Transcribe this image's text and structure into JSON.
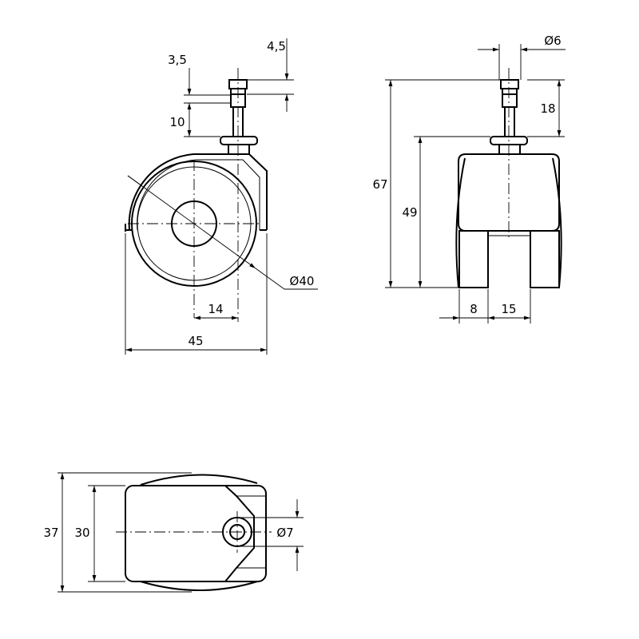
{
  "front_view": {
    "pin_top_label": "3,5",
    "pin_right_label": "4,5",
    "pin_length_label": "10",
    "wheel_diameter_label": "Ø40",
    "offset_label": "14",
    "width_label": "45"
  },
  "side_view": {
    "pin_diameter_label": "Ø6",
    "pin_height_label": "18",
    "total_height_label": "67",
    "body_height_label": "49",
    "leg_width_label": "8",
    "gap_width_label": "15"
  },
  "top_view": {
    "outer_height_label": "37",
    "inner_height_label": "30",
    "hole_diameter_label": "Ø7"
  }
}
